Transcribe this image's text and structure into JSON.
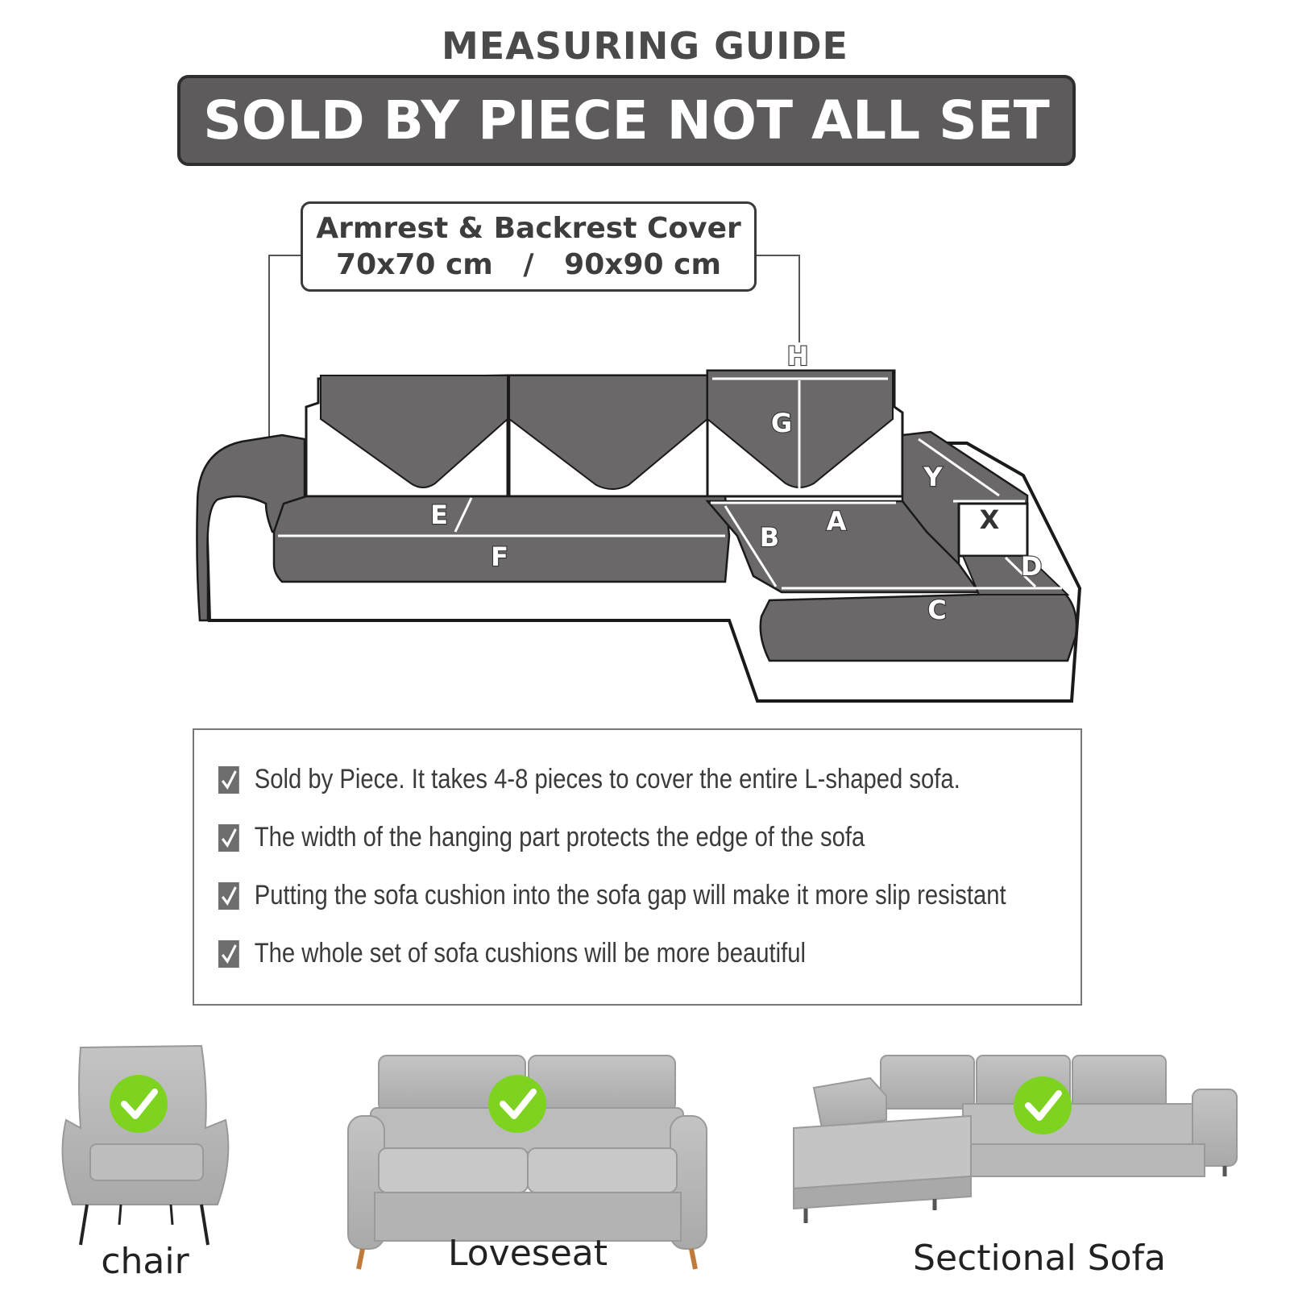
{
  "header": {
    "title": "MEASURING GUIDE",
    "banner": "SOLD BY PIECE NOT ALL SET"
  },
  "callout": {
    "title": "Armrest & Backrest Cover",
    "sizes": "70x70 cm   /   90x90 cm"
  },
  "diagram": {
    "labels": {
      "h": "H",
      "g": "G",
      "y": "Y",
      "x": "X",
      "e": "E",
      "a": "A",
      "b": "B",
      "f": "F",
      "d": "D",
      "c": "C"
    }
  },
  "features": [
    "Sold by Piece. It takes 4-8 pieces to cover the entire L-shaped sofa.",
    "The width of the hanging part protects the edge of the sofa",
    "Putting the sofa cushion into the sofa gap will make it more slip resistant",
    "The whole set of sofa cushions will be more beautiful"
  ],
  "sofa_types": {
    "chair": "chair",
    "loveseat": "Loveseat",
    "sectional": "Sectional Sofa"
  },
  "colors": {
    "cover_gray": "#6a6869",
    "check_green": "#7ed321",
    "banner_gray": "#5d5b5c"
  }
}
